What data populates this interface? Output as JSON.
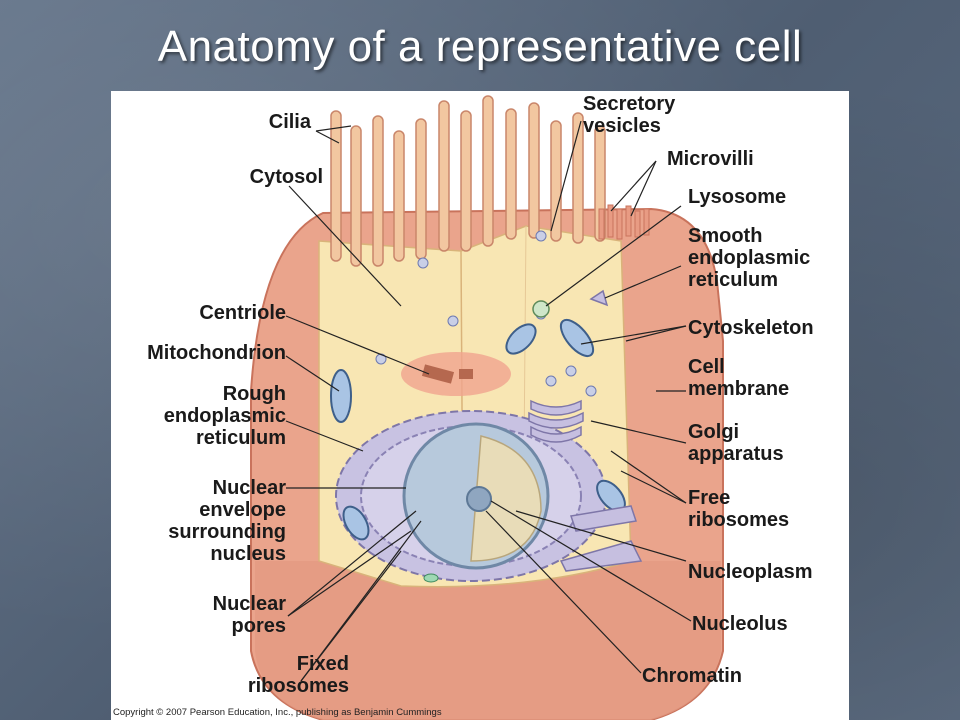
{
  "title": "Anatomy of a representative cell",
  "labels": {
    "cilia": "Cilia",
    "cytosol": "Cytosol",
    "centriole": "Centriole",
    "mitochondrion": "Mitochondrion",
    "rough_er": "Rough\nendoplasmic\nreticulum",
    "nuclear_envelope": "Nuclear\nenvelope\nsurrounding\nnucleus",
    "nuclear_pores": "Nuclear\npores",
    "fixed_ribosomes": "Fixed\nribosomes",
    "secretory_vesicles": "Secretory\nvesicles",
    "microvilli": "Microvilli",
    "lysosome": "Lysosome",
    "smooth_er": "Smooth\nendoplasmic\nreticulum",
    "cytoskeleton": "Cytoskeleton",
    "cell_membrane": "Cell\nmembrane",
    "golgi": "Golgi\napparatus",
    "free_ribosomes": "Free\nribosomes",
    "nucleoplasm": "Nucleoplasm",
    "nucleolus": "Nucleolus",
    "chromatin": "Chromatin"
  },
  "copyright": "Copyright © 2007 Pearson Education, Inc., publishing as Benjamin Cummings",
  "colors": {
    "membrane": "#e9a28a",
    "membrane_dark": "#d9826a",
    "cytosol": "#f8e6b3",
    "organelle": "#b9b3d8",
    "nucleus": "#b7c9dc",
    "leader": "#222222"
  }
}
